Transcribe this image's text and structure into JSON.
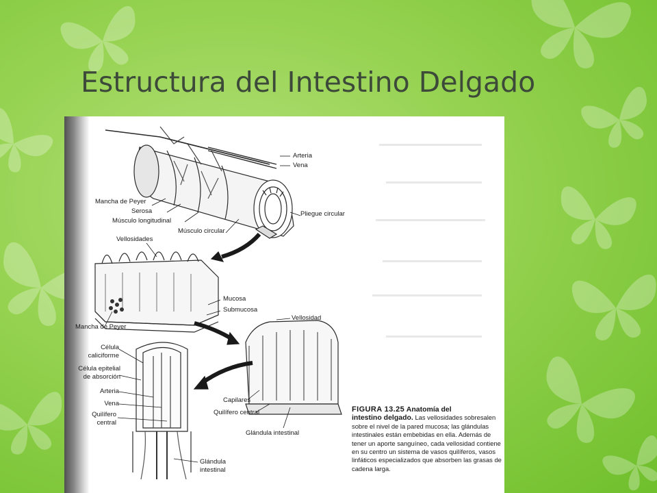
{
  "slide": {
    "title": "Estructura del Intestino Delgado"
  },
  "figure": {
    "labels": {
      "arteria_top": "Arteria",
      "vena_top": "Vena",
      "mancha_peyer_top": "Mancha de Peyer",
      "serosa": "Serosa",
      "musculo_longitudinal": "Músculo longitudinal",
      "musculo_circular": "Músculo circular",
      "pliegue_circular": "Pliegue circular",
      "vellosidades": "Vellosidades",
      "mucosa": "Mucosa",
      "submucosa": "Submucosa",
      "mancha_peyer_mid": "Mancha de Peyer",
      "vellosidad": "Vellosidad",
      "celula_caliciforme_1": "Célula",
      "celula_caliciforme_2": "caliciforme",
      "celula_epitelial_1": "Célula epitelial",
      "celula_epitelial_2": "de absorción",
      "arteria_bottom": "Arteria",
      "vena_bottom": "Vena",
      "quilifero_1": "Quilífero",
      "quilifero_2": "central",
      "capilares": "Capilares",
      "quilifero_central": "Quilífero central",
      "glandula_intestinal_mid": "Glándula intestinal",
      "glandula_1": "Glándula",
      "glandula_2": "intestinal"
    },
    "caption": {
      "figure_number": "FIGURA 13.25",
      "title_part1": "Anatomía del",
      "title_part2": "intestino delgado.",
      "body": "Las vellosidades sobresalen sobre el nivel de la pared mucosa; las glándulas intestinales están embebidas en ella. Además de tener un aporte sanguíneo, cada vellosidad contiene en su centro un sistema de vasos quilíferos, vasos linfáticos especializados que absorben las grasas de cadena larga."
    }
  }
}
